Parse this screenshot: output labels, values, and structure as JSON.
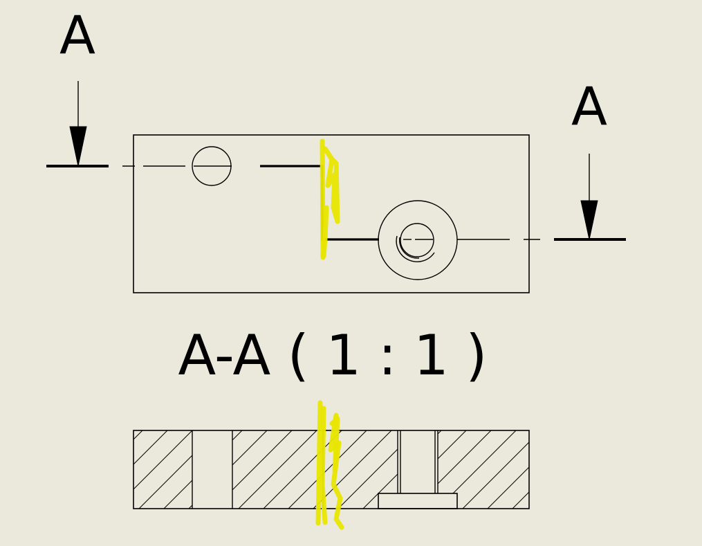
{
  "labels": {
    "section_mark_left": "A",
    "section_mark_right": "A",
    "section_title": "A-A ( 1 : 1 )"
  },
  "colors": {
    "background": "#ebe9dc",
    "line": "#000000",
    "highlight": "#e8e600"
  }
}
